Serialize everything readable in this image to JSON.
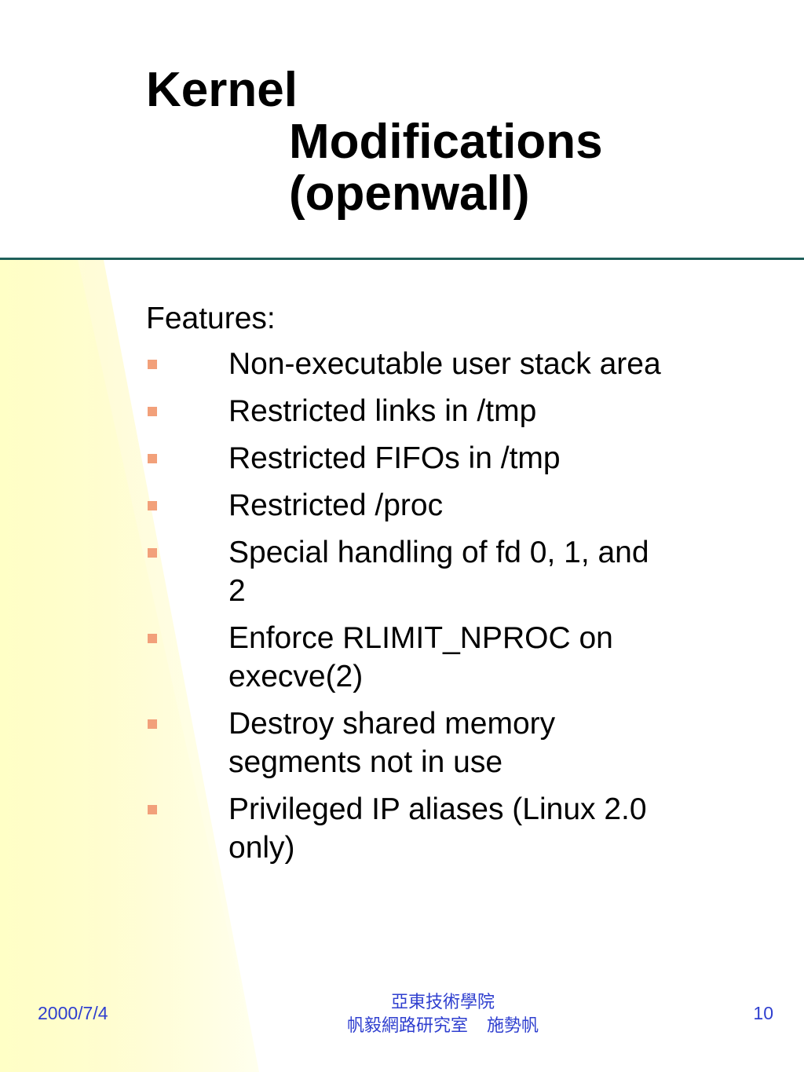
{
  "slide": {
    "title_lines": [
      "Kernel",
      "Modifications",
      "(openwall)"
    ],
    "features_heading": "Features:",
    "bullets": [
      "Non-executable user stack area",
      "Restricted links in /tmp",
      "Restricted FIFOs in /tmp",
      "Restricted /proc",
      "Special handling of fd 0, 1, and 2",
      "Enforce RLIMIT_NPROC on execve(2)",
      "Destroy shared memory segments not in use",
      "Privileged IP aliases (Linux 2.0 only)"
    ]
  },
  "footer": {
    "date": "2000/7/4",
    "institution": "亞東技術學院",
    "lab": "帆毅網路研究室",
    "author": "施勢帆",
    "page_number": "10"
  },
  "colors": {
    "divider": "#1f5f5a",
    "bullet": "#f2a07a",
    "footer_text": "#2f3fcf",
    "background_accent": "#ffffd0"
  }
}
